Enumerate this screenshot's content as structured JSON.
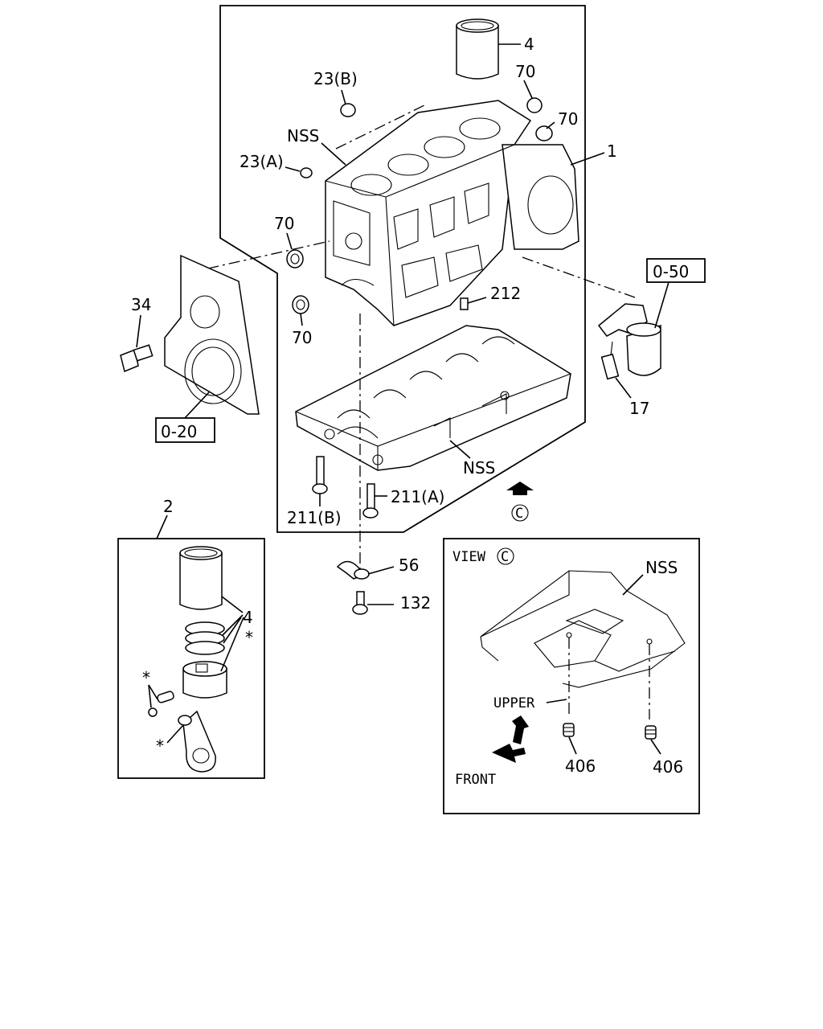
{
  "labels": {
    "p1": "1",
    "p2": "2",
    "p4_top": "4",
    "p4_box": "4",
    "p17": "17",
    "p23a": "23(A)",
    "p23b": "23(B)",
    "p34": "34",
    "p56": "56",
    "p70_1": "70",
    "p70_2": "70",
    "p70_3": "70",
    "p70_4": "70",
    "p132": "132",
    "p211a": "211(A)",
    "p211b": "211(B)",
    "p212": "212",
    "p406_1": "406",
    "p406_2": "406",
    "nss_top": "NSS",
    "nss_mid": "NSS",
    "nss_view": "NSS",
    "ref_020": "0-20",
    "ref_050": "0-50",
    "view_title": "VIEW",
    "view_mark": "C",
    "arrow_mark": "C",
    "upper": "UPPER",
    "front": "FRONT",
    "star_1": "*",
    "star_2": "*",
    "star_3": "*"
  }
}
